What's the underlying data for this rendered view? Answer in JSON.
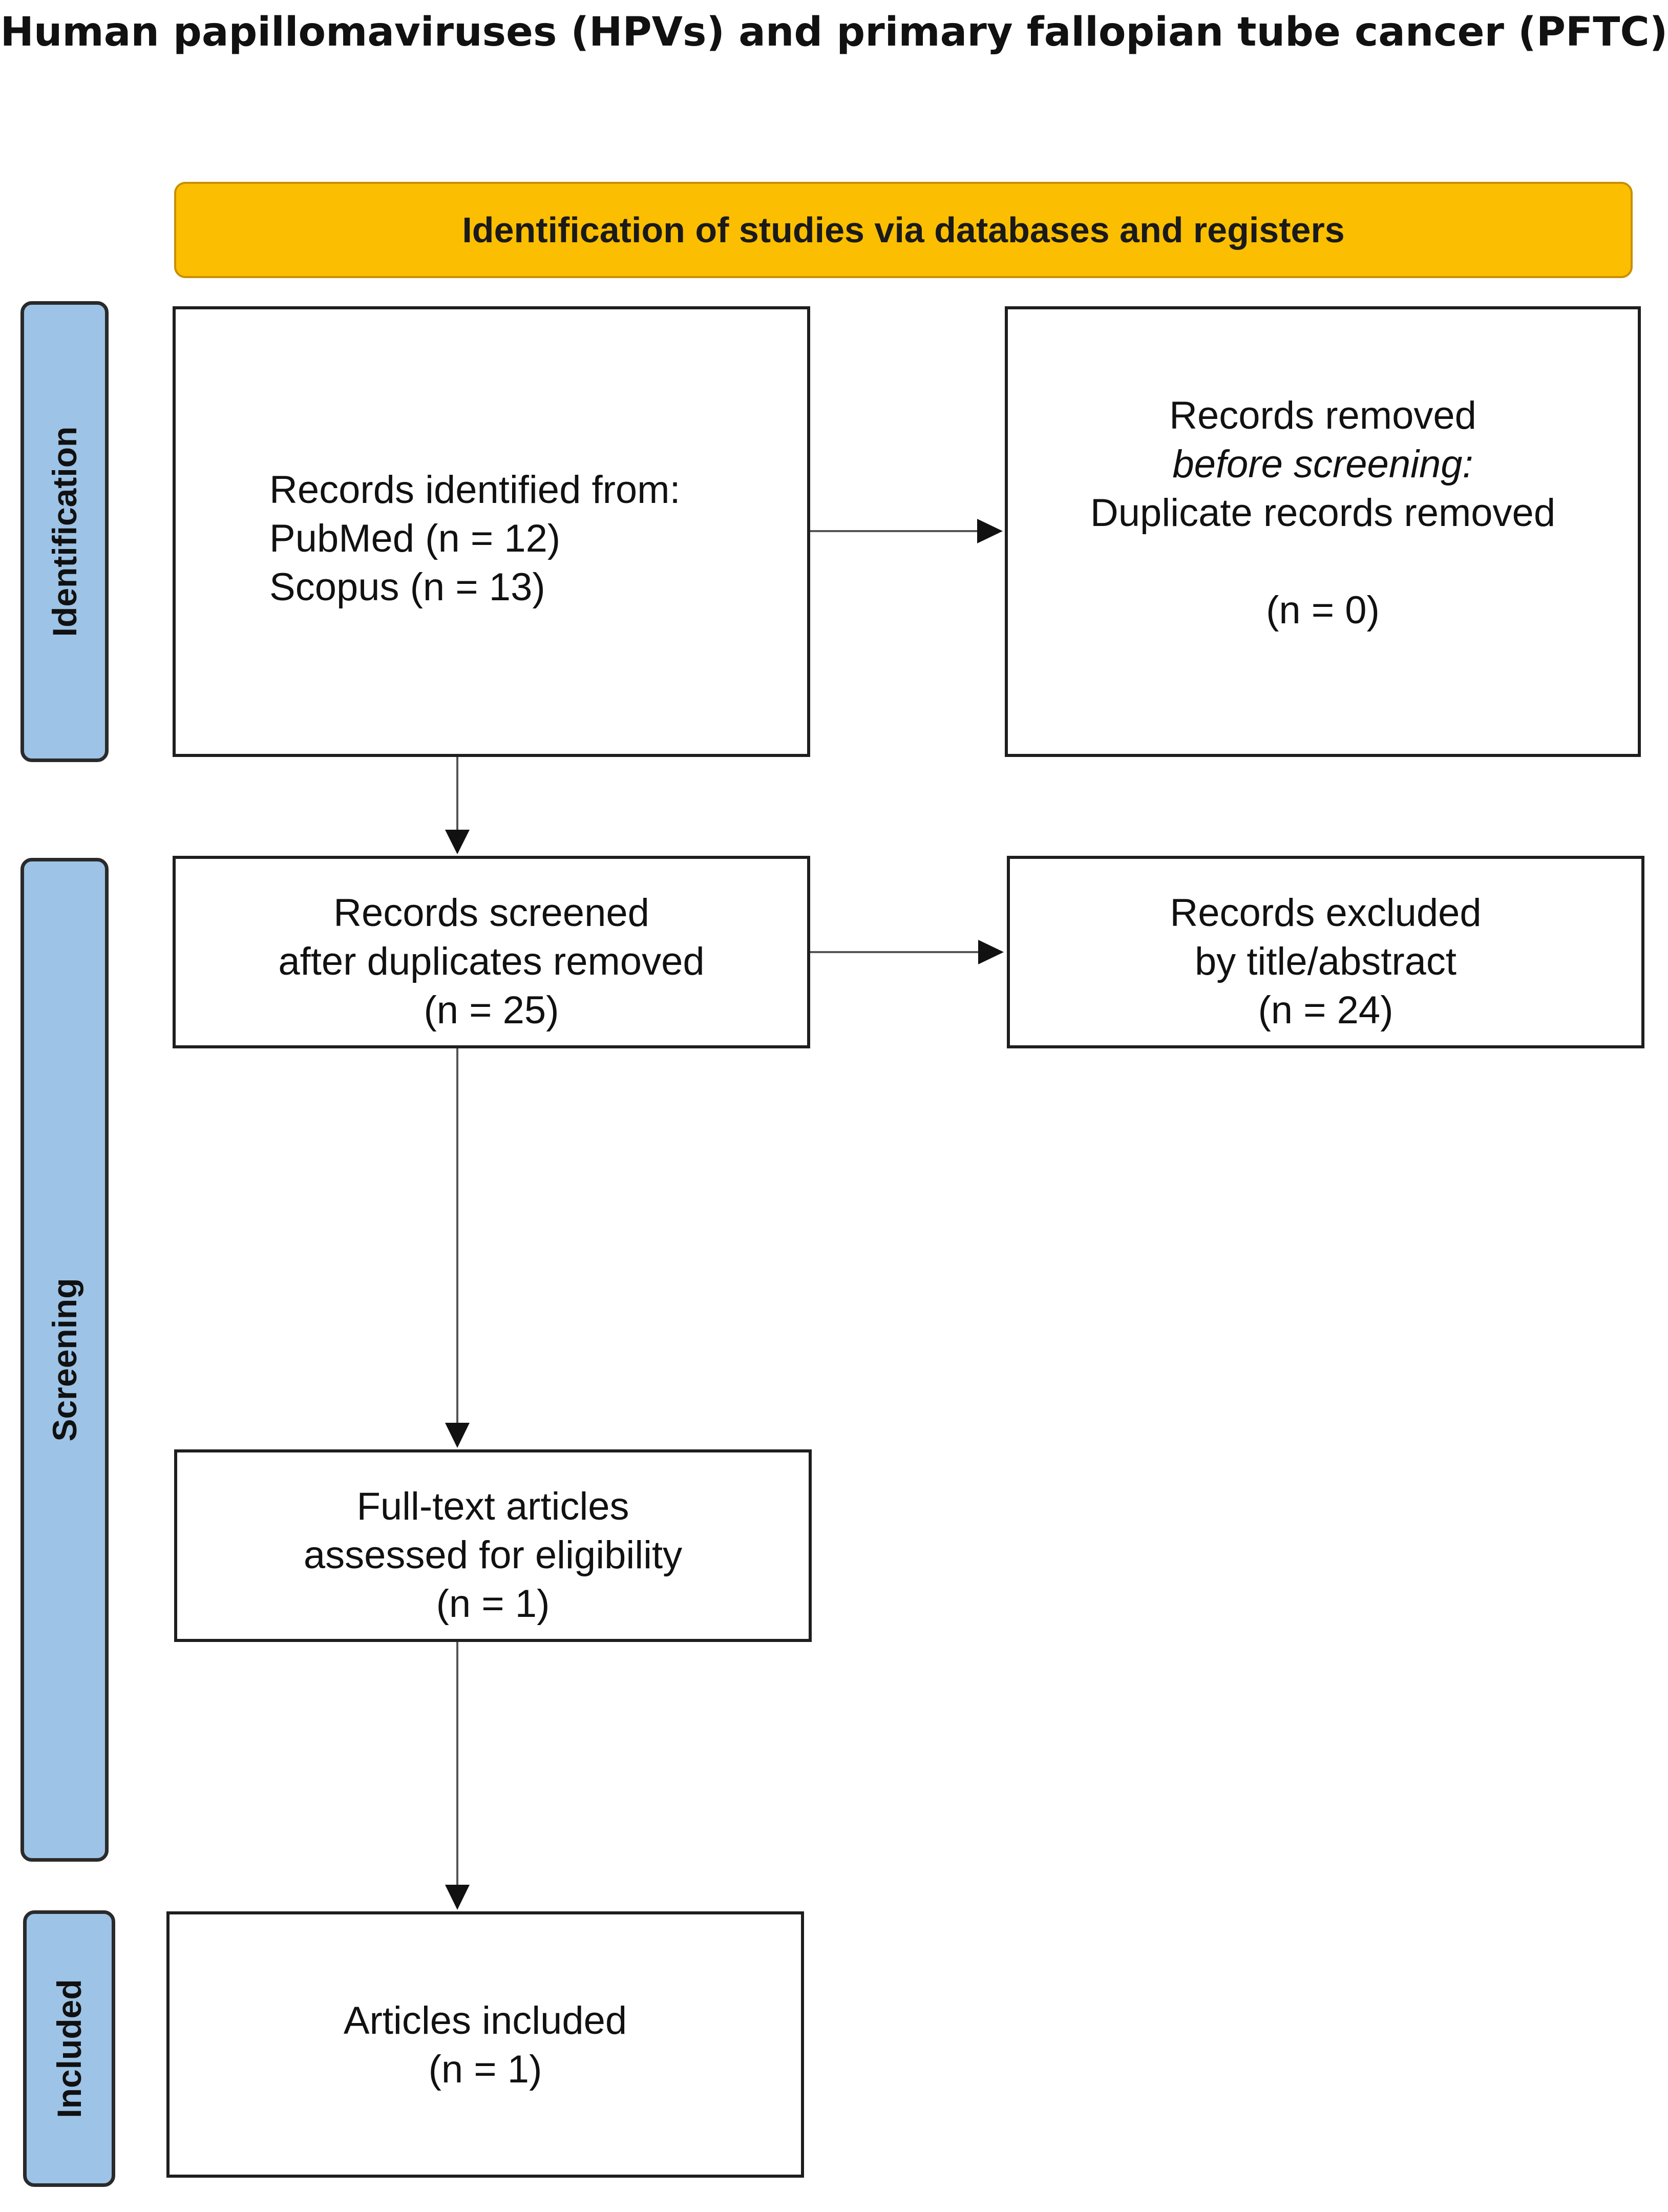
{
  "title": "Human papillomaviruses (HPVs) and primary fallopian tube cancer (PFTC)",
  "banner": "Identification of studies via databases and registers",
  "phases": {
    "identification": "Identification",
    "screening": "Screening",
    "included": "Included"
  },
  "boxes": {
    "records_identified": {
      "heading": "Records identified from:",
      "pubmed": "PubMed (n = 12)",
      "scopus": "Scopus (n = 13)"
    },
    "records_removed": {
      "line1": "Records removed",
      "line2": "before screening:",
      "line3": "Duplicate records removed",
      "count": "(n = 0)"
    },
    "records_screened": {
      "line1": "Records screened",
      "line2": "after duplicates removed",
      "count": "(n = 25)"
    },
    "records_excluded": {
      "line1": "Records excluded",
      "line2": "by title/abstract",
      "count": "(n = 24)"
    },
    "full_text": {
      "line1": "Full-text articles",
      "line2": "assessed for eligibility",
      "count": "(n = 1)"
    },
    "included": {
      "line1": "Articles included",
      "count": "(n = 1)"
    }
  },
  "colors": {
    "banner": "#fbbe00",
    "phase": "#9dc3e6",
    "border": "#1e1e1e"
  }
}
